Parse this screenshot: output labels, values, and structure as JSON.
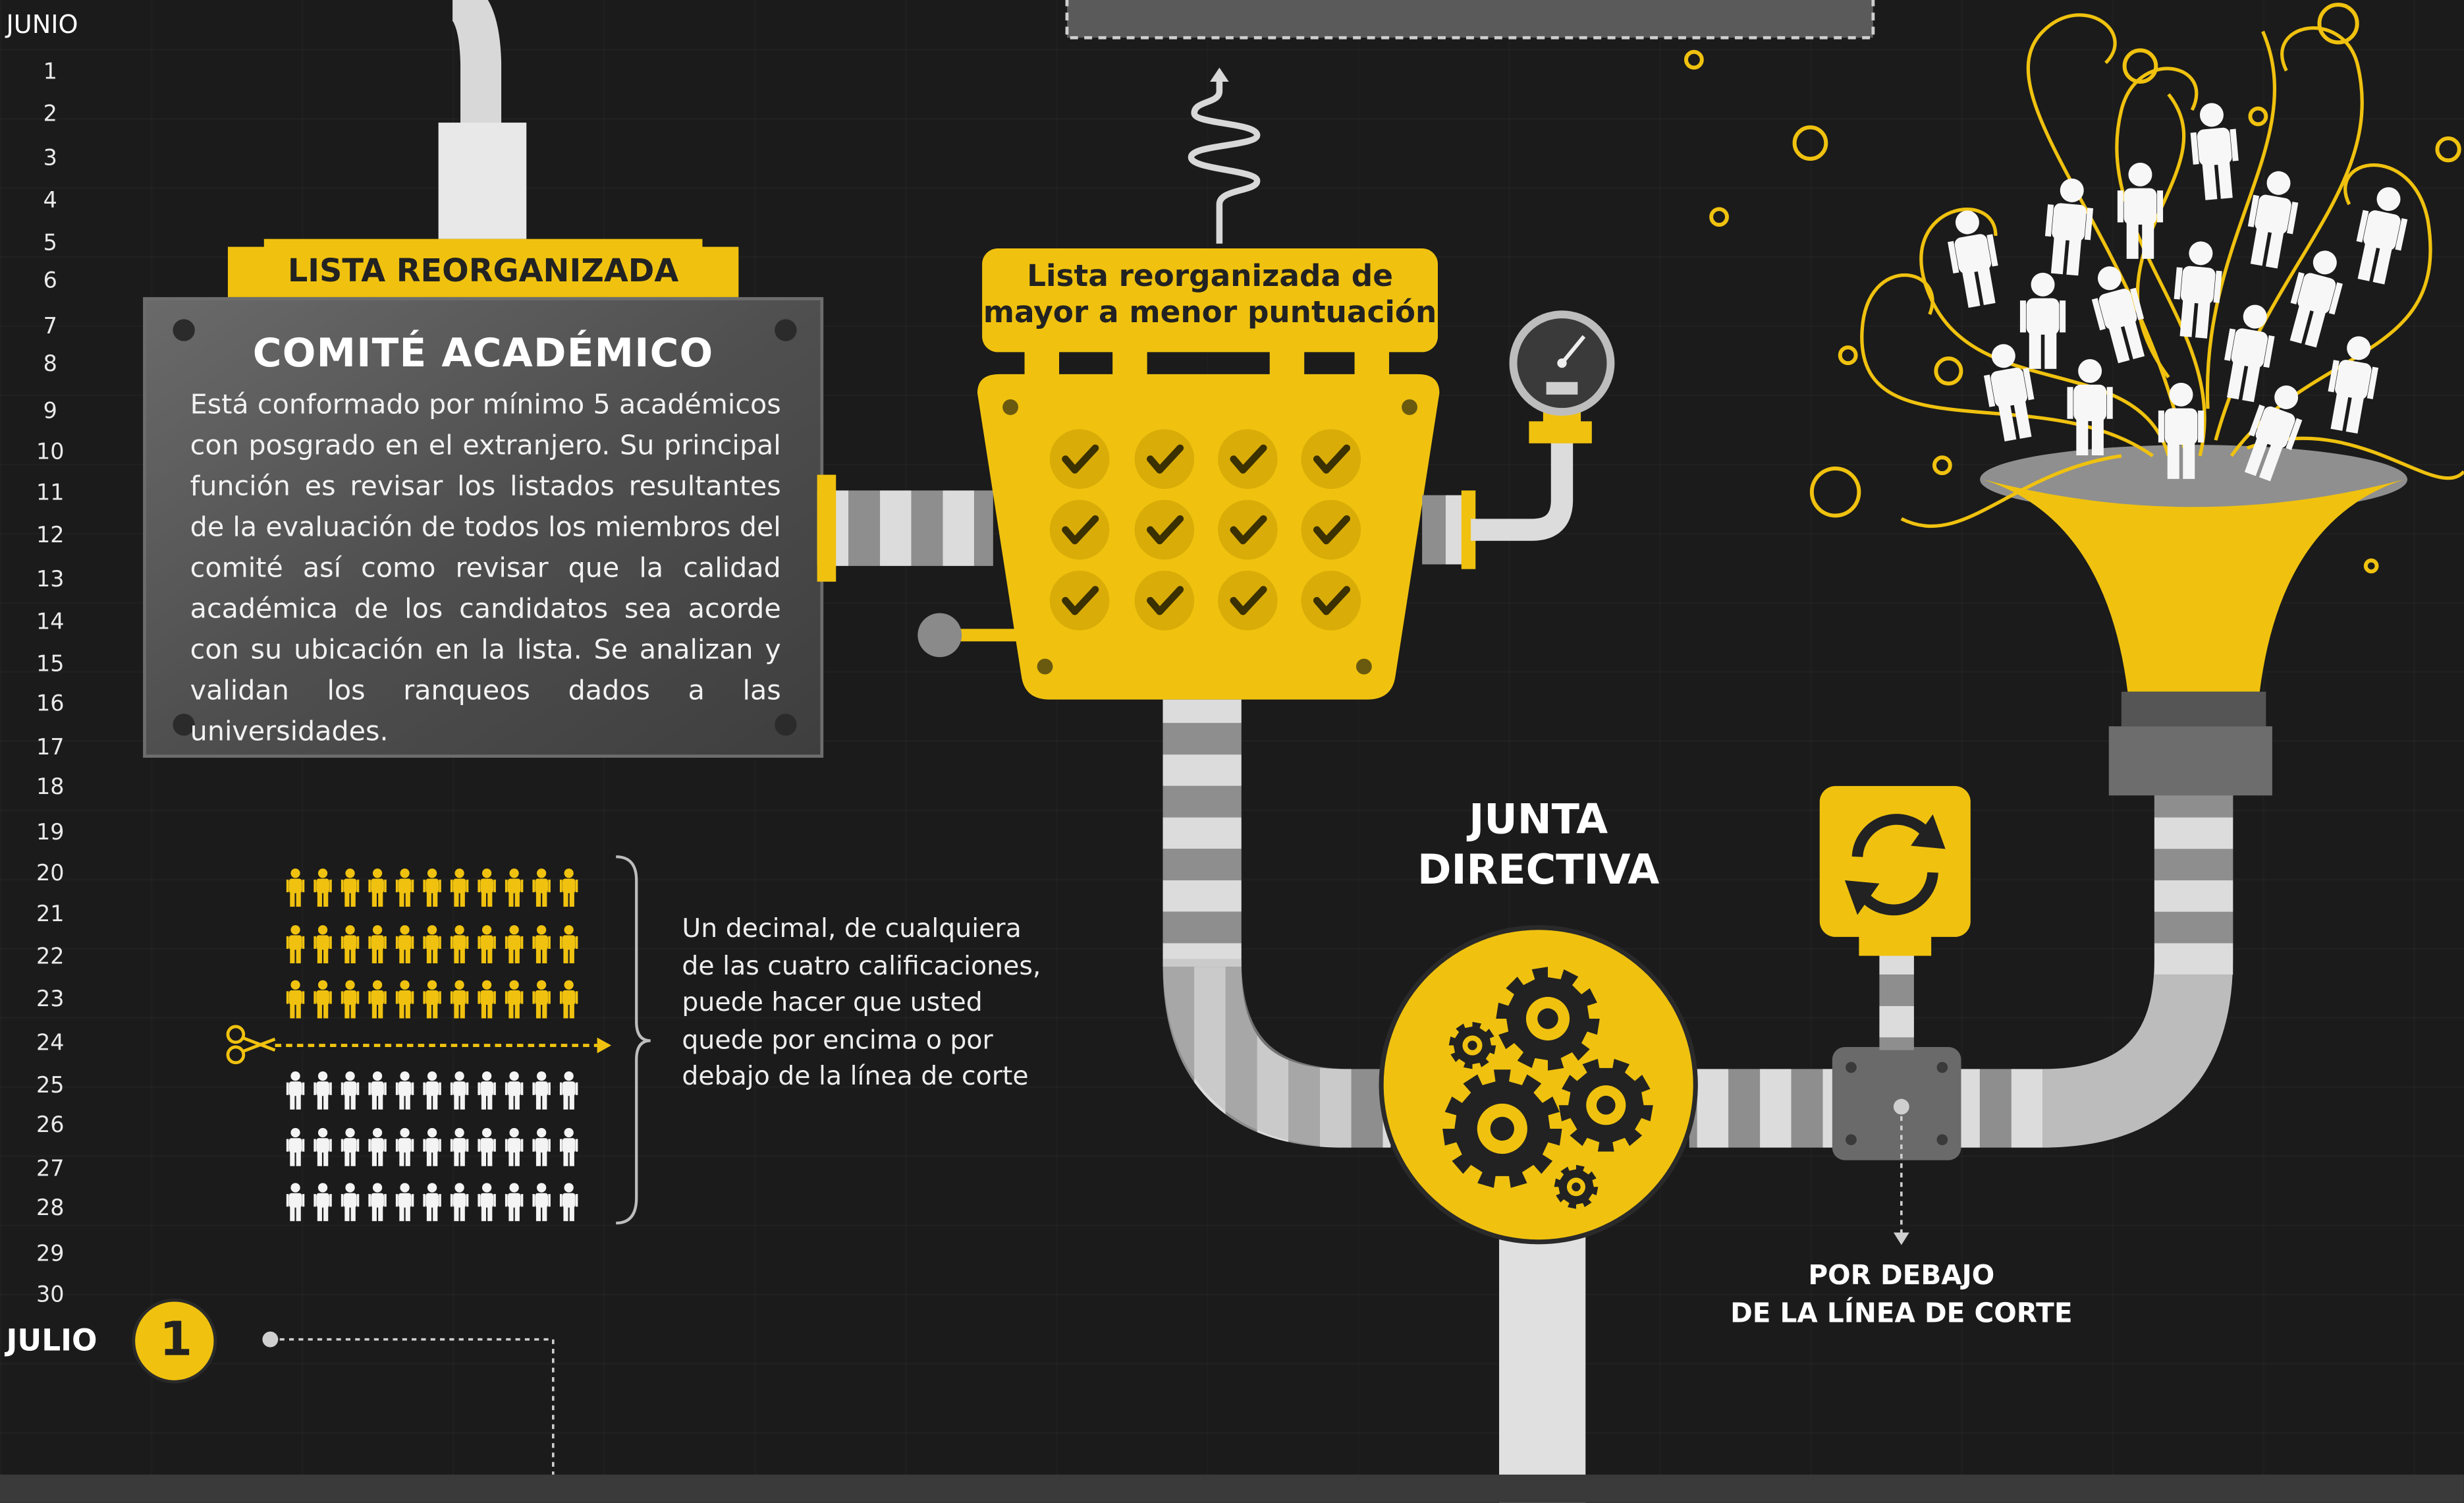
{
  "timeline": {
    "month_start": "JUNIO",
    "days": [
      "1",
      "2",
      "3",
      "4",
      "5",
      "6",
      "7",
      "8",
      "9",
      "10",
      "11",
      "12",
      "13",
      "14",
      "15",
      "16",
      "17",
      "18",
      "19",
      "20",
      "21",
      "22",
      "23",
      "24",
      "25",
      "26",
      "27",
      "28",
      "29",
      "30"
    ],
    "month_end": "JULIO",
    "step_number": "1"
  },
  "banner": {
    "label": "LISTA REORGANIZADA"
  },
  "plaque": {
    "title": "COMITÉ  ACADÉMICO",
    "body": "Está conformado por mínimo 5 académicos con posgrado en el extranjero. Su principal función es revisar los listados resultantes de la evaluación de todos los miembros del comité así como revisar que la calidad académica de los candidatos sea acorde con su ubicación en la lista. Se analizan y validan los ranqueos dados a las universidades."
  },
  "hopper": {
    "label_line1": "Lista reorganizada de",
    "label_line2": "mayor a menor puntuación"
  },
  "junta": {
    "line1": "JUNTA",
    "line2": "DIRECTIVA"
  },
  "corte": {
    "line1": "POR DEBAJO",
    "line2": "DE LA LÍNEA DE CORTE"
  },
  "decimal_note": "Un decimal, de cualquiera de las cuatro calificaciones, puede hacer que usted quede por encima o por debajo de la línea de corte",
  "colors": {
    "accent": "#f0c20f",
    "pipe_light": "#d8d8d8",
    "pipe_dark": "#8a8a8a",
    "plaque": "#555555",
    "background": "#1b1b1b"
  },
  "icons": [
    "scissors-icon",
    "refresh-icon",
    "gear-icon",
    "checkmark-icon",
    "pressure-gauge-icon",
    "person-icon"
  ]
}
